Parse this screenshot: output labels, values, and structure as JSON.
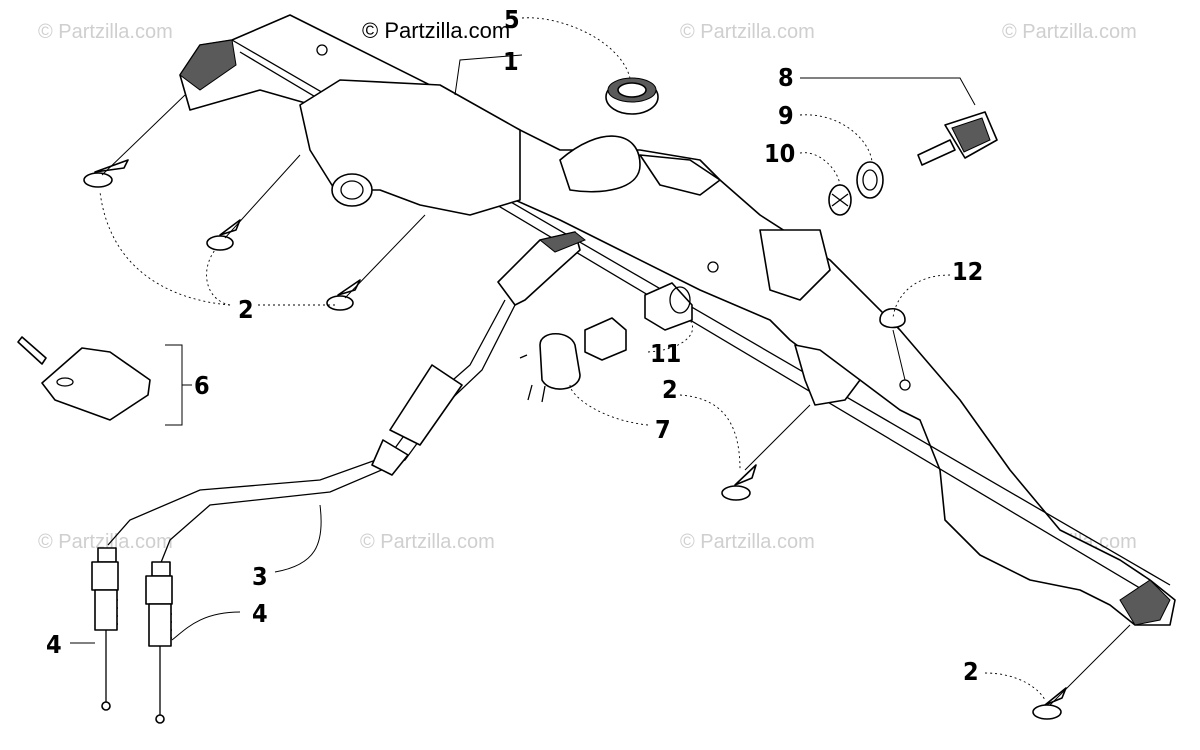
{
  "credit": "© Partzilla.com",
  "watermarks": [
    "© Partzilla.com",
    "© Partzilla.com",
    "© Partzilla.com",
    "© Partzilla.com",
    "© Partzilla.com",
    "© Partzilla.com",
    "© Partzilla.com"
  ],
  "callouts": {
    "c1": "1",
    "c2a": "2",
    "c2b": "2",
    "c2c": "2",
    "c3": "3",
    "c4a": "4",
    "c4b": "4",
    "c5": "5",
    "c6": "6",
    "c7": "7",
    "c8": "8",
    "c9": "9",
    "c10": "10",
    "c11": "11",
    "c12": "12"
  },
  "colors": {
    "line": "#000000",
    "watermark": "#cfcfcf",
    "background": "#ffffff"
  }
}
